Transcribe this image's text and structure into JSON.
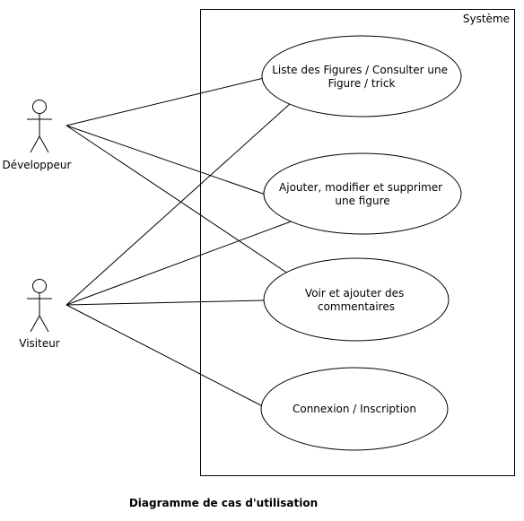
{
  "system": {
    "label": "Système"
  },
  "actors": {
    "developer": {
      "label": "Développeur"
    },
    "visitor": {
      "label": "Visiteur"
    }
  },
  "use_cases": {
    "list_figures": {
      "line1": "Liste des Figures / Consulter une",
      "line2": "Figure / trick"
    },
    "edit_figure": {
      "line1": "Ajouter, modifier et supprimer",
      "line2": "une figure"
    },
    "comments": {
      "line1": "Voir et ajouter des",
      "line2": "commentaires"
    },
    "login": {
      "line1": "Connexion / Inscription"
    }
  },
  "caption": "Diagramme de cas d'utilisation",
  "colors": {
    "stroke": "#000000",
    "background": "#ffffff"
  }
}
